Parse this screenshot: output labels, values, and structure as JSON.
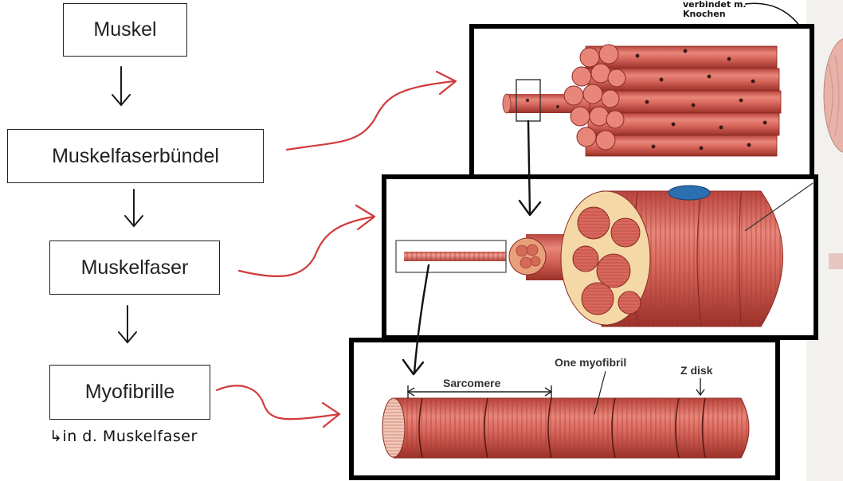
{
  "hierarchy": [
    {
      "label": "Muskel"
    },
    {
      "label": "Muskelfaserbündel"
    },
    {
      "label": "Muskelfaser"
    },
    {
      "label": "Myofibrille"
    }
  ],
  "handwritten_notes": {
    "myofibrille_note": "↳in d. Muskelfaser",
    "corner_note_line1": "verbindet m.",
    "corner_note_line2": "Knochen"
  },
  "myofibril_panel": {
    "sarcomere_label": "Sarcomere",
    "myofibril_label": "One myofibril",
    "z_disk_label": "Z disk"
  },
  "colors": {
    "connector_arrows": "#d23a3a",
    "muscle_tissue": "#d9685d",
    "panel_border": "#000000"
  }
}
